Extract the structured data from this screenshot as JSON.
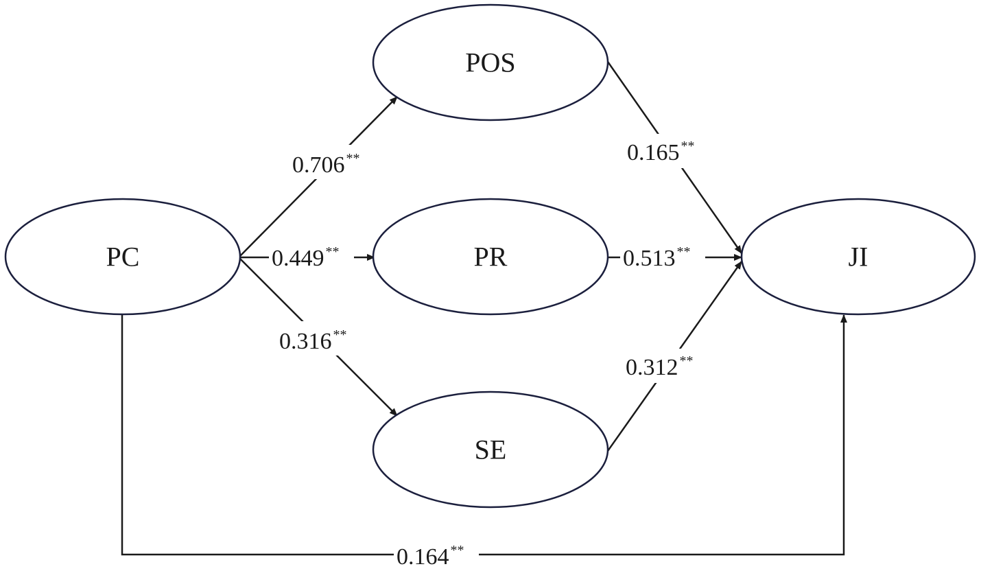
{
  "nodes": {
    "pc": {
      "label": "PC"
    },
    "pos": {
      "label": "POS"
    },
    "pr": {
      "label": "PR"
    },
    "se": {
      "label": "SE"
    },
    "ji": {
      "label": "JI"
    }
  },
  "paths": {
    "pc_pos": {
      "value": "0.706",
      "sig": "**"
    },
    "pc_pr": {
      "value": "0.449",
      "sig": "**"
    },
    "pc_se": {
      "value": "0.316",
      "sig": "**"
    },
    "pos_ji": {
      "value": "0.165",
      "sig": "**"
    },
    "pr_ji": {
      "value": "0.513",
      "sig": "**"
    },
    "se_ji": {
      "value": "0.312",
      "sig": "**"
    },
    "pc_ji": {
      "value": "0.164",
      "sig": "**"
    }
  },
  "colors": {
    "node_stroke": "#1b1f3d",
    "line": "#1a1a1a"
  }
}
